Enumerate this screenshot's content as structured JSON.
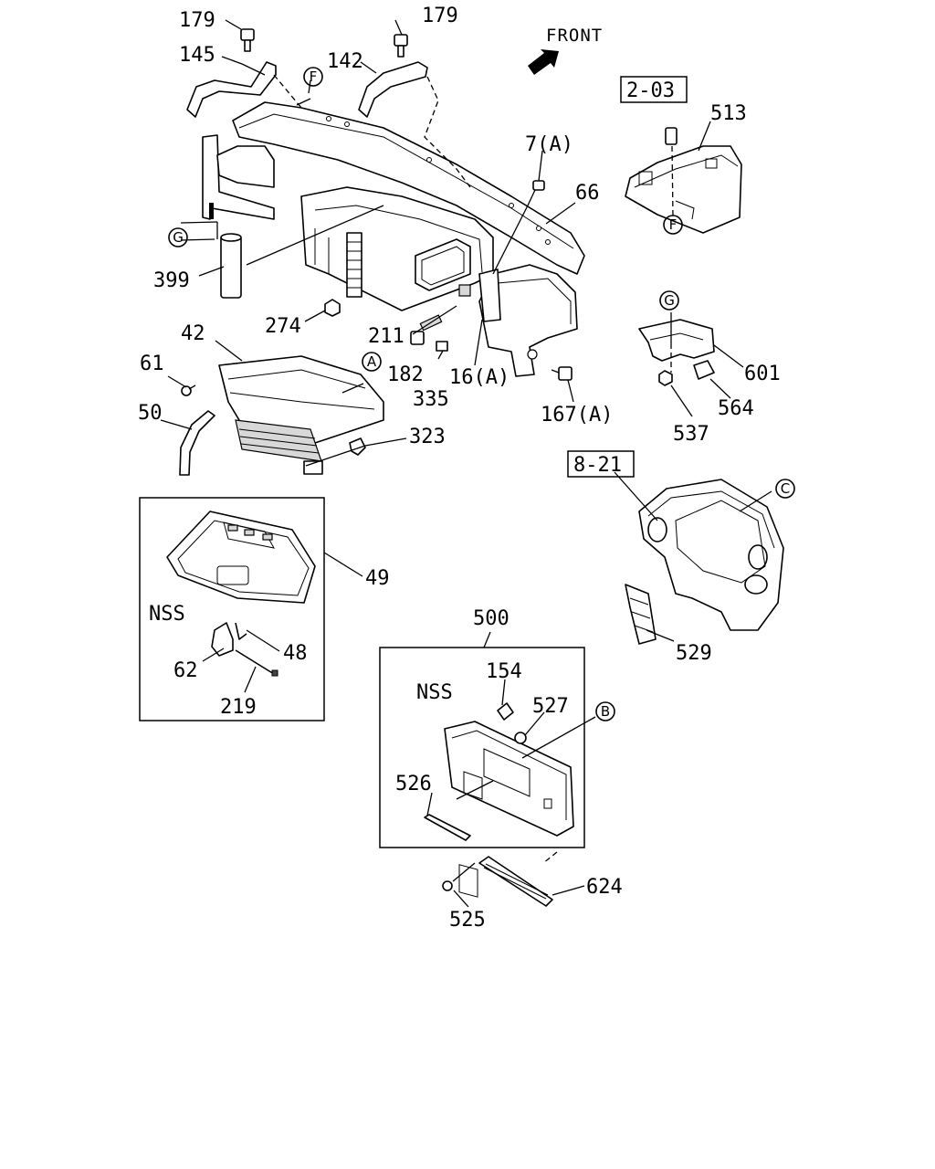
{
  "diagram": {
    "front_label": "FRONT",
    "ref_boxes": {
      "ref_203": "2-03",
      "ref_821": "8-21"
    },
    "callouts": {
      "A": "A",
      "B": "B",
      "C": "C",
      "F_top": "F",
      "F_bottom": "F",
      "G_left": "G",
      "G_right": "G"
    },
    "parts": {
      "p179a": "179",
      "p179b": "179",
      "p145": "145",
      "p142": "142",
      "p7a": "7(A)",
      "p66": "66",
      "p513": "513",
      "p399": "399",
      "p274": "274",
      "p211": "211",
      "p182": "182",
      "p335": "335",
      "p16a": "16(A)",
      "p167a": "167(A)",
      "p601": "601",
      "p564": "564",
      "p537": "537",
      "p42": "42",
      "p61": "61",
      "p50": "50",
      "p323": "323",
      "p49": "49",
      "p48": "48",
      "p62": "62",
      "p219": "219",
      "nss1": "NSS",
      "p500": "500",
      "p154": "154",
      "p527": "527",
      "nss2": "NSS",
      "p526": "526",
      "p529": "529",
      "p624": "624",
      "p525": "525"
    }
  }
}
